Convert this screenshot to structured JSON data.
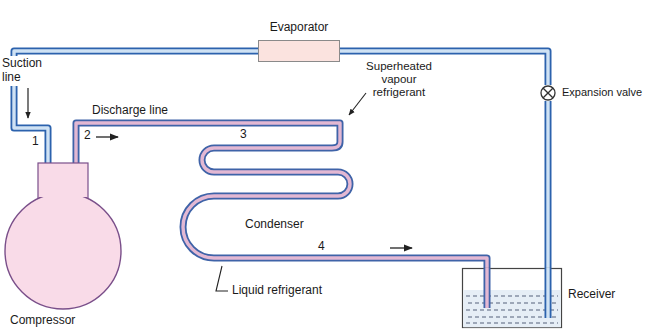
{
  "diagram": {
    "nodes": [
      {
        "text": [
          "Evaporator"
        ]
      },
      {
        "text": [
          "Compressor"
        ]
      },
      {
        "text": [
          "Condenser"
        ]
      },
      {
        "text": [
          "Receiver"
        ]
      },
      {
        "text": [
          "Expansion valve"
        ]
      }
    ],
    "edges": [
      {
        "from": 1,
        "to": 2,
        "arrow": "none"
      },
      {
        "from": 2,
        "to": 3,
        "arrow": "none"
      },
      {
        "from": 3,
        "to": 4,
        "arrow": "none"
      },
      {
        "from": 4,
        "to": 0,
        "arrow": "none"
      },
      {
        "from": 0,
        "to": 1,
        "arrow": "none"
      }
    ],
    "labels": [
      "Suction line",
      "Discharge line",
      "Superheated vapour refrigerant",
      "Liquid refrigerant",
      "1",
      "2",
      "3",
      "4"
    ]
  }
}
